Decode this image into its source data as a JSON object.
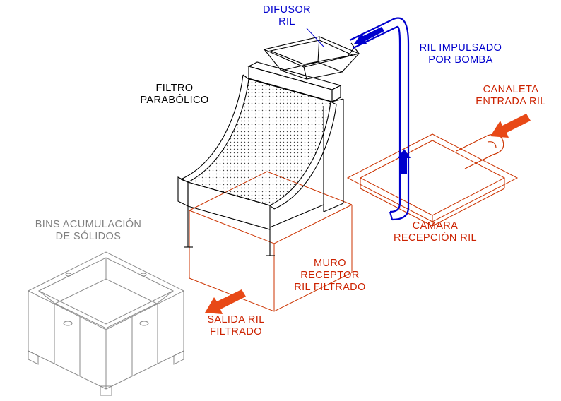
{
  "diagram": {
    "type": "isometric-process-diagram",
    "background": "#ffffff",
    "colors": {
      "flow_blue": "#0000cd",
      "structure_red": "#cc3300",
      "text_red": "#cc2200",
      "arrow_orange_red": "#e84917",
      "filter_black": "#000000",
      "bins_gray": "#8a8a8a"
    },
    "labels": {
      "difusor": {
        "lines": [
          "DIFUSOR",
          "RIL"
        ],
        "color": "#0000cd"
      },
      "ril_impulsado": {
        "lines": [
          "RIL IMPULSADO",
          "POR BOMBA"
        ],
        "color": "#0000cd"
      },
      "canaleta": {
        "lines": [
          "CANALETA",
          "ENTRADA RIL"
        ],
        "color": "#cc2200"
      },
      "filtro": {
        "lines": [
          "FILTRO",
          "PARABÓLICO"
        ],
        "color": "#000000"
      },
      "camara": {
        "lines": [
          "CAMARA",
          "RECEPCIÓN RIL"
        ],
        "color": "#cc2200"
      },
      "muro": {
        "lines": [
          "MURO",
          "RECEPTOR",
          "RIL FILTRADO"
        ],
        "color": "#cc2200"
      },
      "salida": {
        "lines": [
          "SALIDA RIL",
          "FILTRADO"
        ],
        "color": "#cc2200"
      },
      "bins": {
        "lines": [
          "BINS ACUMULACIÓN",
          "DE SÓLIDOS"
        ],
        "color": "#808080"
      }
    },
    "arrows": [
      {
        "name": "ril-into-difusor",
        "direction": "down-left",
        "color": "#0000cd"
      },
      {
        "name": "ril-pumped-up",
        "direction": "up",
        "color": "#0000cd"
      },
      {
        "name": "canaleta-inlet",
        "direction": "down-left",
        "color": "#e84917"
      },
      {
        "name": "salida-outlet",
        "direction": "down-left",
        "color": "#e84917"
      }
    ]
  }
}
